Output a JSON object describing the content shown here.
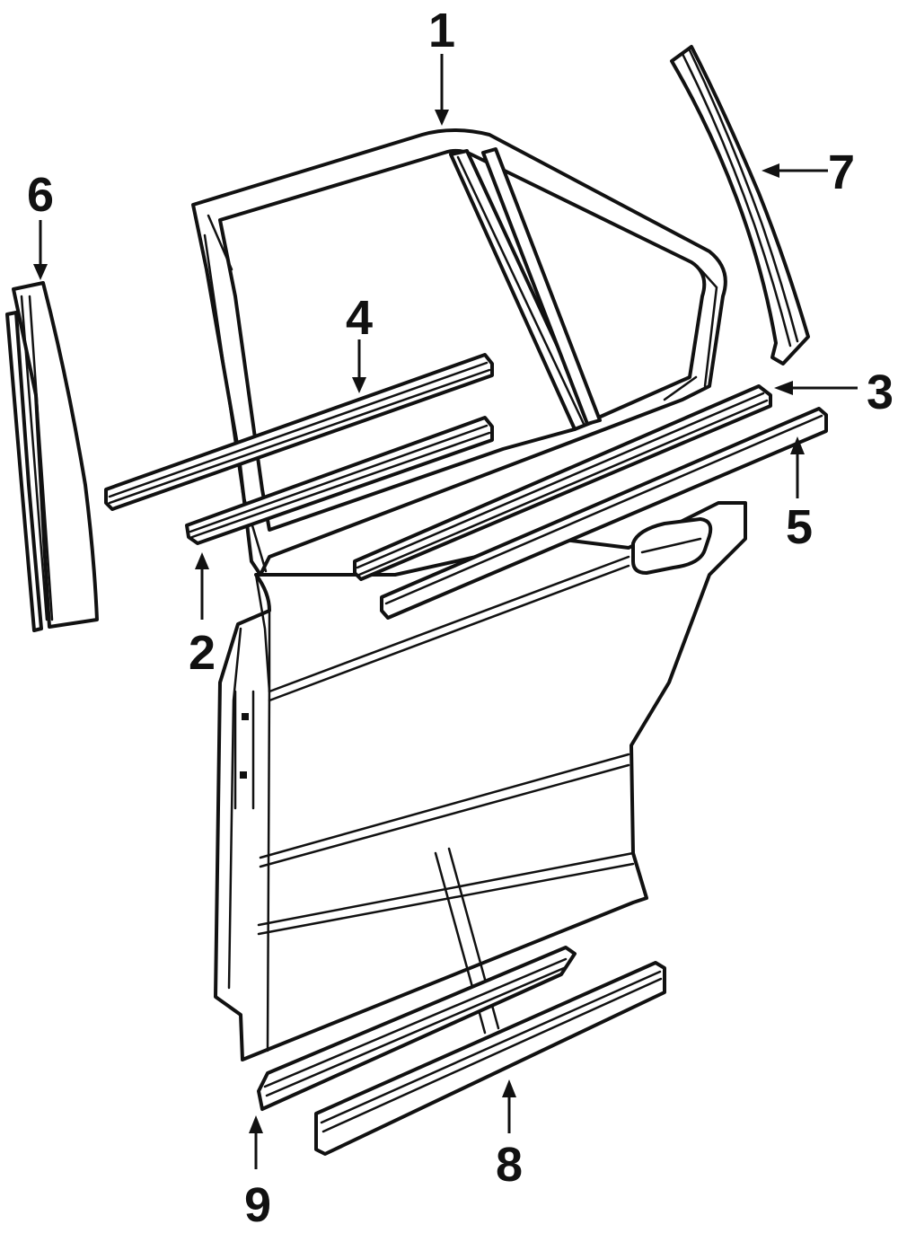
{
  "diagram": {
    "line_color": "#111111",
    "background": "#ffffff",
    "callouts": [
      {
        "id": "1",
        "label": "1"
      },
      {
        "id": "2",
        "label": "2"
      },
      {
        "id": "3",
        "label": "3"
      },
      {
        "id": "4",
        "label": "4"
      },
      {
        "id": "5",
        "label": "5"
      },
      {
        "id": "6",
        "label": "6"
      },
      {
        "id": "7",
        "label": "7"
      },
      {
        "id": "8",
        "label": "8"
      },
      {
        "id": "9",
        "label": "9"
      }
    ]
  }
}
